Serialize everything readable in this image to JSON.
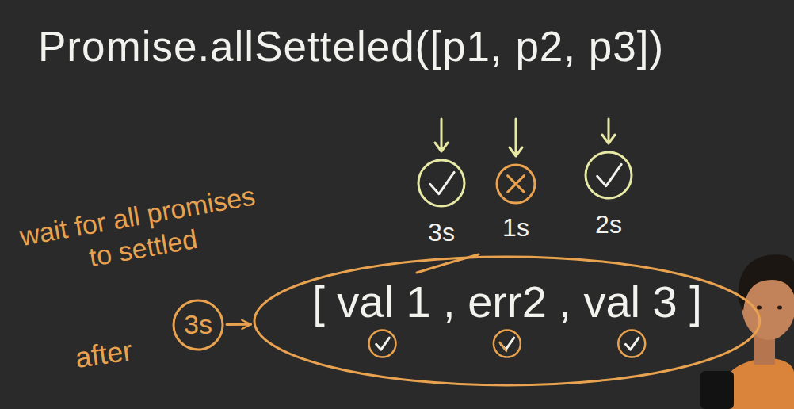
{
  "diagram": {
    "title": "Promise.allSetteled([p1, p2, p3])",
    "nodes": [
      {
        "text": [
          "3s"
        ]
      },
      {
        "text": [
          "1s"
        ]
      },
      {
        "text": [
          "2s"
        ]
      },
      {
        "text": [
          "3s"
        ]
      },
      {
        "text": [
          "[ val 1 , err2 , val 3 ]"
        ]
      }
    ],
    "edges": [
      {
        "from": 3,
        "to": 4,
        "arrow": "to"
      }
    ],
    "labels": [
      "wait for all promises to settled",
      "after"
    ]
  }
}
